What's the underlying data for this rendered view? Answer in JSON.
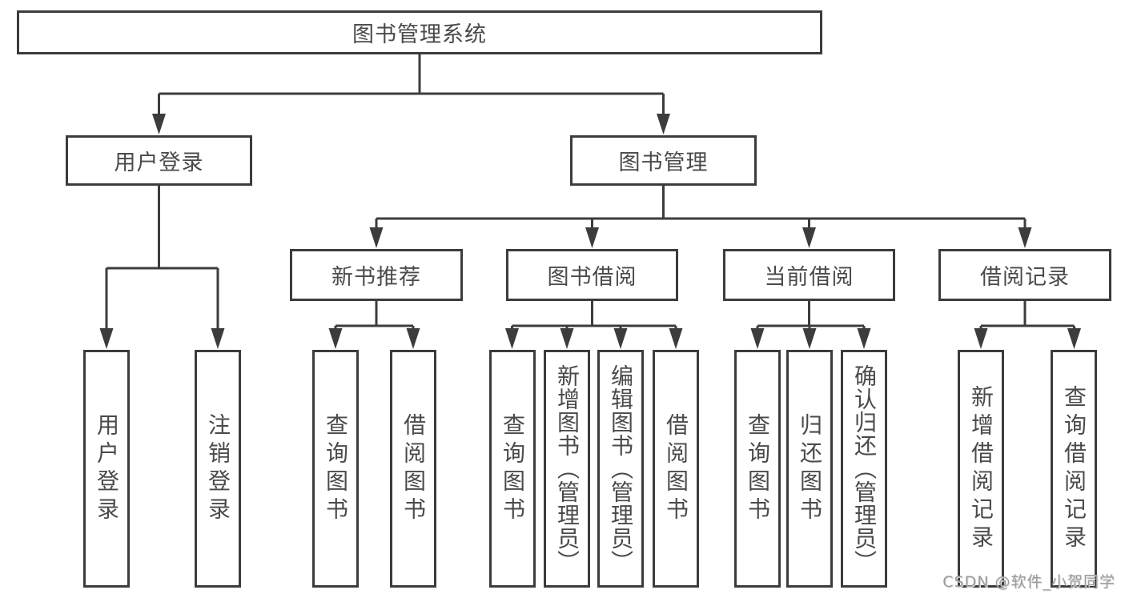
{
  "diagram": {
    "type": "tree-structure-chart",
    "root": {
      "label": "图书管理系统"
    },
    "level2": [
      {
        "label": "用户登录"
      },
      {
        "label": "图书管理"
      }
    ],
    "level3": [
      {
        "label": "新书推荐",
        "parent": "图书管理"
      },
      {
        "label": "图书借阅",
        "parent": "图书管理"
      },
      {
        "label": "当前借阅",
        "parent": "图书管理"
      },
      {
        "label": "借阅记录",
        "parent": "图书管理"
      }
    ],
    "leaves": [
      {
        "label": "用户登录",
        "parent": "用户登录"
      },
      {
        "label": "注销登录",
        "parent": "用户登录"
      },
      {
        "label": "查询图书",
        "parent": "新书推荐"
      },
      {
        "label": "借阅图书",
        "parent": "新书推荐"
      },
      {
        "label": "查询图书",
        "parent": "图书借阅"
      },
      {
        "label": "新增图书（管理员）",
        "parent": "图书借阅"
      },
      {
        "label": "编辑图书（管理员）",
        "parent": "图书借阅"
      },
      {
        "label": "借阅图书",
        "parent": "图书借阅"
      },
      {
        "label": "查询图书",
        "parent": "当前借阅"
      },
      {
        "label": "归还图书",
        "parent": "当前借阅"
      },
      {
        "label": "确认归还（管理员）",
        "parent": "当前借阅"
      },
      {
        "label": "新增借阅记录",
        "parent": "借阅记录"
      },
      {
        "label": "查询借阅记录",
        "parent": "借阅记录"
      }
    ],
    "colors": {
      "line": "#3c3c3c",
      "text": "#4a4a4a",
      "background": "#ffffff",
      "watermark": "#9b9b9b"
    }
  },
  "watermark": {
    "text": "CSDN @软件_小贺同学"
  }
}
